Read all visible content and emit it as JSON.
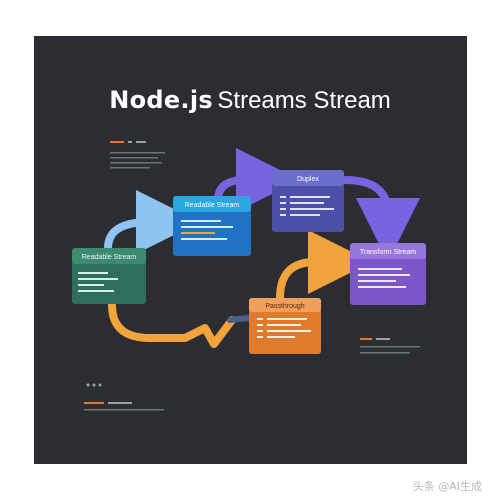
{
  "title": {
    "part1": "Node.js",
    "part2": "Streams Stream"
  },
  "nodes": {
    "readable_small": {
      "label": "Readable Stream",
      "color": "#2f6e5e"
    },
    "readable": {
      "label": "Readable Stream",
      "color": "#1f72c4"
    },
    "duplex": {
      "label": "Duplex",
      "color": "#4b4fa8"
    },
    "transform": {
      "label": "Transform Stream",
      "color": "#7c57c9"
    },
    "writable": {
      "label": "Passthrough",
      "color": "#e07a2d"
    }
  },
  "arrows": {
    "blue": "#8fc3f0",
    "purple": "#7a63e0",
    "orange": "#f1a33c"
  },
  "watermark": "头条 @AI生成"
}
